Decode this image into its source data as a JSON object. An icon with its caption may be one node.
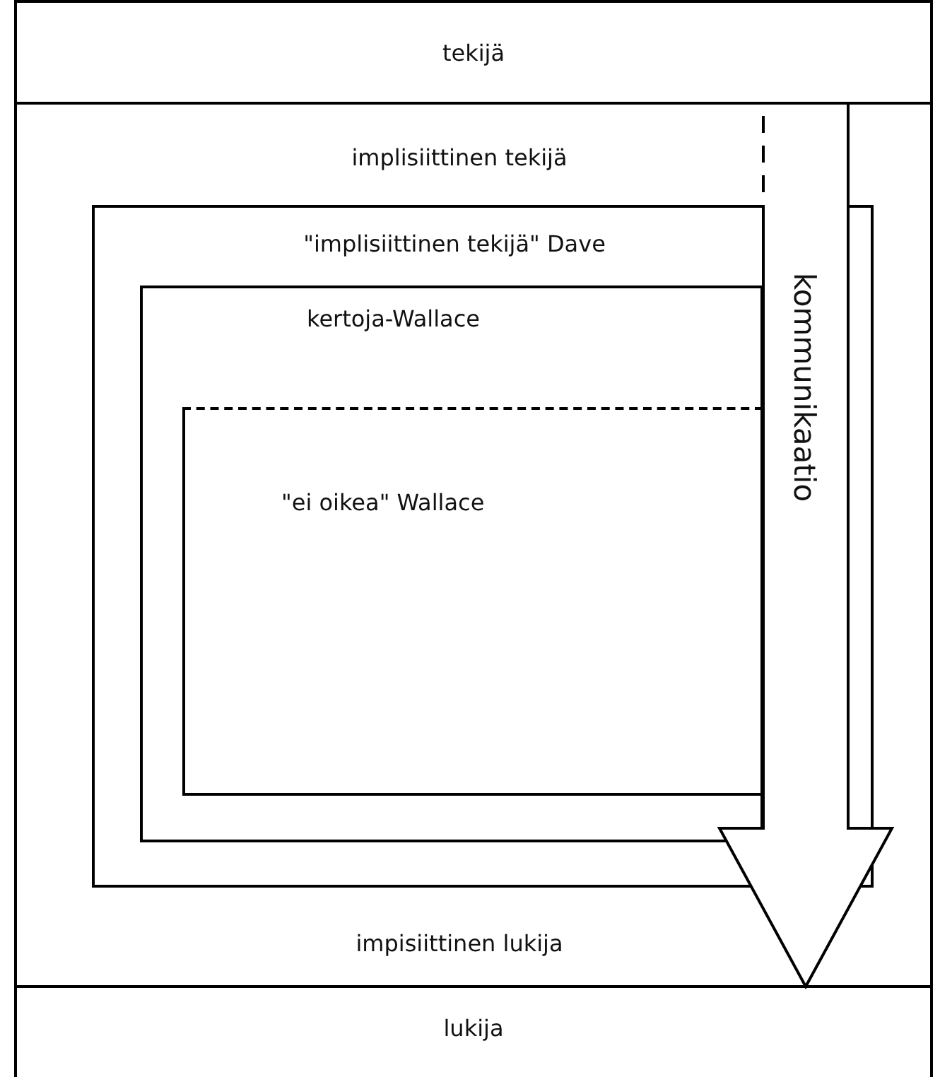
{
  "diagram": {
    "nodes": [
      {
        "text": [
          "tekijä"
        ]
      },
      {
        "text": [
          "implisiittinen tekijä",
          "impisiittinen lukija"
        ]
      },
      {
        "text": [
          "\"implisiittinen tekijä\" Dave"
        ],
        "in": 1
      },
      {
        "text": [
          "kertoja-Wallace"
        ],
        "in": 2
      },
      {
        "text": [
          "\"ei oikea\" Wallace"
        ],
        "in": 3
      },
      {
        "text": [
          "lukija"
        ]
      }
    ],
    "edges": [
      {
        "from": 0,
        "to": 5,
        "arrow": "to",
        "label": "kommunikaatio"
      }
    ]
  }
}
